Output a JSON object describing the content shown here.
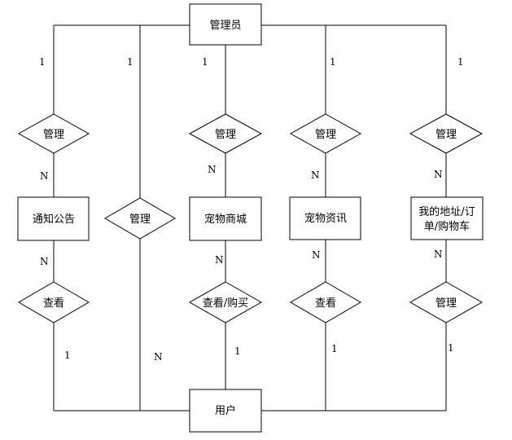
{
  "entities": {
    "admin": "管理员",
    "user": "用户",
    "notice": "通知公告",
    "shop": "宠物商城",
    "news": "宠物资讯",
    "mine_line1": "我的地址/订",
    "mine_line2": "单/购物车"
  },
  "relations": {
    "manage_notice": "管理",
    "manage_user": "管理",
    "manage_shop": "管理",
    "manage_news": "管理",
    "manage_mine": "管理",
    "view_notice": "查看",
    "view_buy_shop": "查看/购买",
    "view_news": "查看",
    "user_manage_mine": "管理"
  },
  "cardinalities": {
    "admin_notice": "1",
    "admin_user": "1",
    "admin_shop": "1",
    "admin_news": "1",
    "admin_mine": "1",
    "notice_from_manage": "N",
    "notice_to_view": "N",
    "view_notice_user": "1",
    "user_from_manage": "N",
    "shop_from_manage": "N",
    "shop_to_view": "N",
    "view_shop_user": "1",
    "news_from_manage": "N",
    "news_to_view": "N",
    "view_news_user": "1",
    "mine_from_manage": "N",
    "mine_to_manage": "N",
    "manage_mine_user": "1"
  }
}
